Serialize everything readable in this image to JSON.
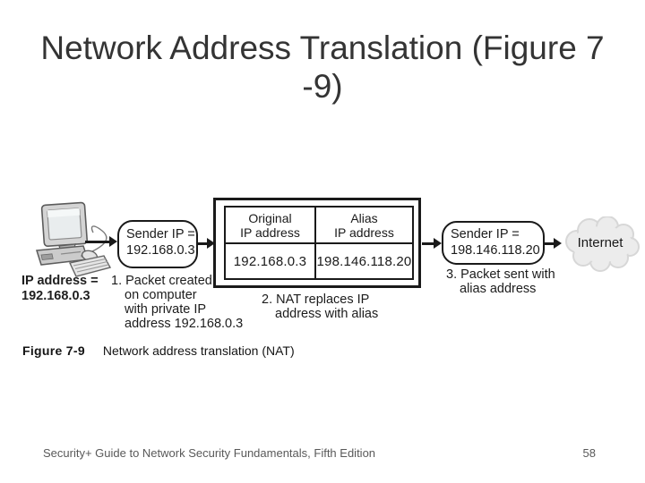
{
  "title": {
    "line1": "Network Address Translation (Figure 7",
    "line2": "-9)"
  },
  "diagram": {
    "computer_ip_label": {
      "line1": "IP address =",
      "line2": "192.168.0.3"
    },
    "sender_box_private": {
      "line1": "Sender IP =",
      "line2": "192.168.0.3"
    },
    "nat_table": {
      "col1_header": {
        "line1": "Original",
        "line2": "IP address"
      },
      "col2_header": {
        "line1": "Alias",
        "line2": "IP address"
      },
      "col1_value": "192.168.0.3",
      "col2_value": "198.146.118.20"
    },
    "sender_box_alias": {
      "line1": "Sender IP =",
      "line2": "198.146.118.20"
    },
    "internet_label": "Internet",
    "step1": {
      "lines": [
        "1. Packet created",
        "on computer",
        "with private IP",
        "address 192.168.0.3"
      ]
    },
    "step2": {
      "lines": [
        "2. NAT replaces IP",
        "address with alias"
      ]
    },
    "step3": {
      "lines": [
        "3. Packet sent with",
        "alias address"
      ]
    }
  },
  "figure": {
    "label": "Figure 7-9",
    "caption": "Network address translation (NAT)"
  },
  "footer": {
    "left": "Security+ Guide to Network Security Fundamentals, Fifth Edition",
    "page": "58"
  },
  "icons": {
    "computer": "desktop-computer-icon",
    "cloud": "internet-cloud-icon",
    "arrows": "arrow-right-icon"
  },
  "colors": {
    "title_text": "#343434",
    "diagram_ink": "#1a1a1a",
    "footer_text": "#595959",
    "cloud_fill": "#ececec",
    "cloud_stroke": "#d7d7d7"
  }
}
